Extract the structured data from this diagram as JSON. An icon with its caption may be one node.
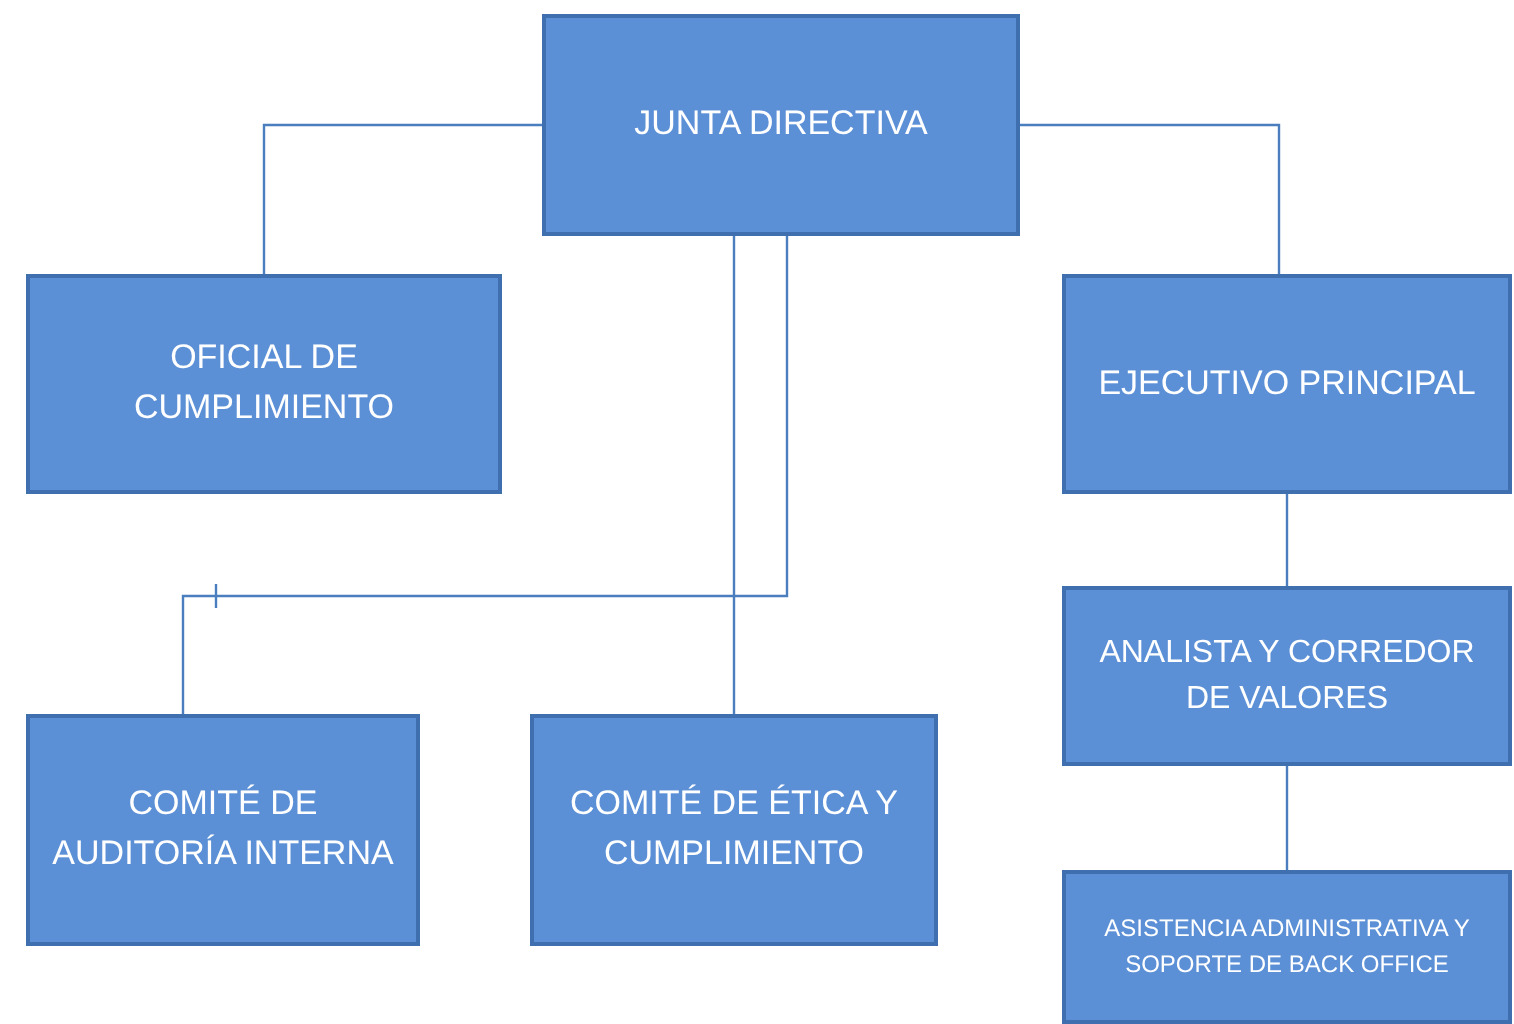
{
  "diagram": {
    "nodes": [
      {
        "text": [
          "JUNTA DIRECTIVA"
        ]
      },
      {
        "text": [
          "OFICIAL DE CUMPLIMIENTO"
        ]
      },
      {
        "text": [
          "EJECUTIVO PRINCIPAL"
        ]
      },
      {
        "text": [
          "COMITÉ DE AUDITORÍA INTERNA"
        ]
      },
      {
        "text": [
          "COMITÉ DE ÉTICA Y CUMPLIMIENTO"
        ]
      },
      {
        "text": [
          "ANALISTA Y CORREDOR DE VALORES"
        ]
      },
      {
        "text": [
          "ASISTENCIA ADMINISTRATIVA Y SOPORTE DE BACK OFFICE"
        ]
      }
    ],
    "edges": [
      {
        "from": 0,
        "to": 1,
        "arrow": "none"
      },
      {
        "from": 0,
        "to": 2,
        "arrow": "none"
      },
      {
        "from": 0,
        "to": 3,
        "arrow": "none"
      },
      {
        "from": 0,
        "to": 4,
        "arrow": "none"
      },
      {
        "from": 2,
        "to": 5,
        "arrow": "none"
      },
      {
        "from": 5,
        "to": 6,
        "arrow": "none"
      }
    ]
  }
}
